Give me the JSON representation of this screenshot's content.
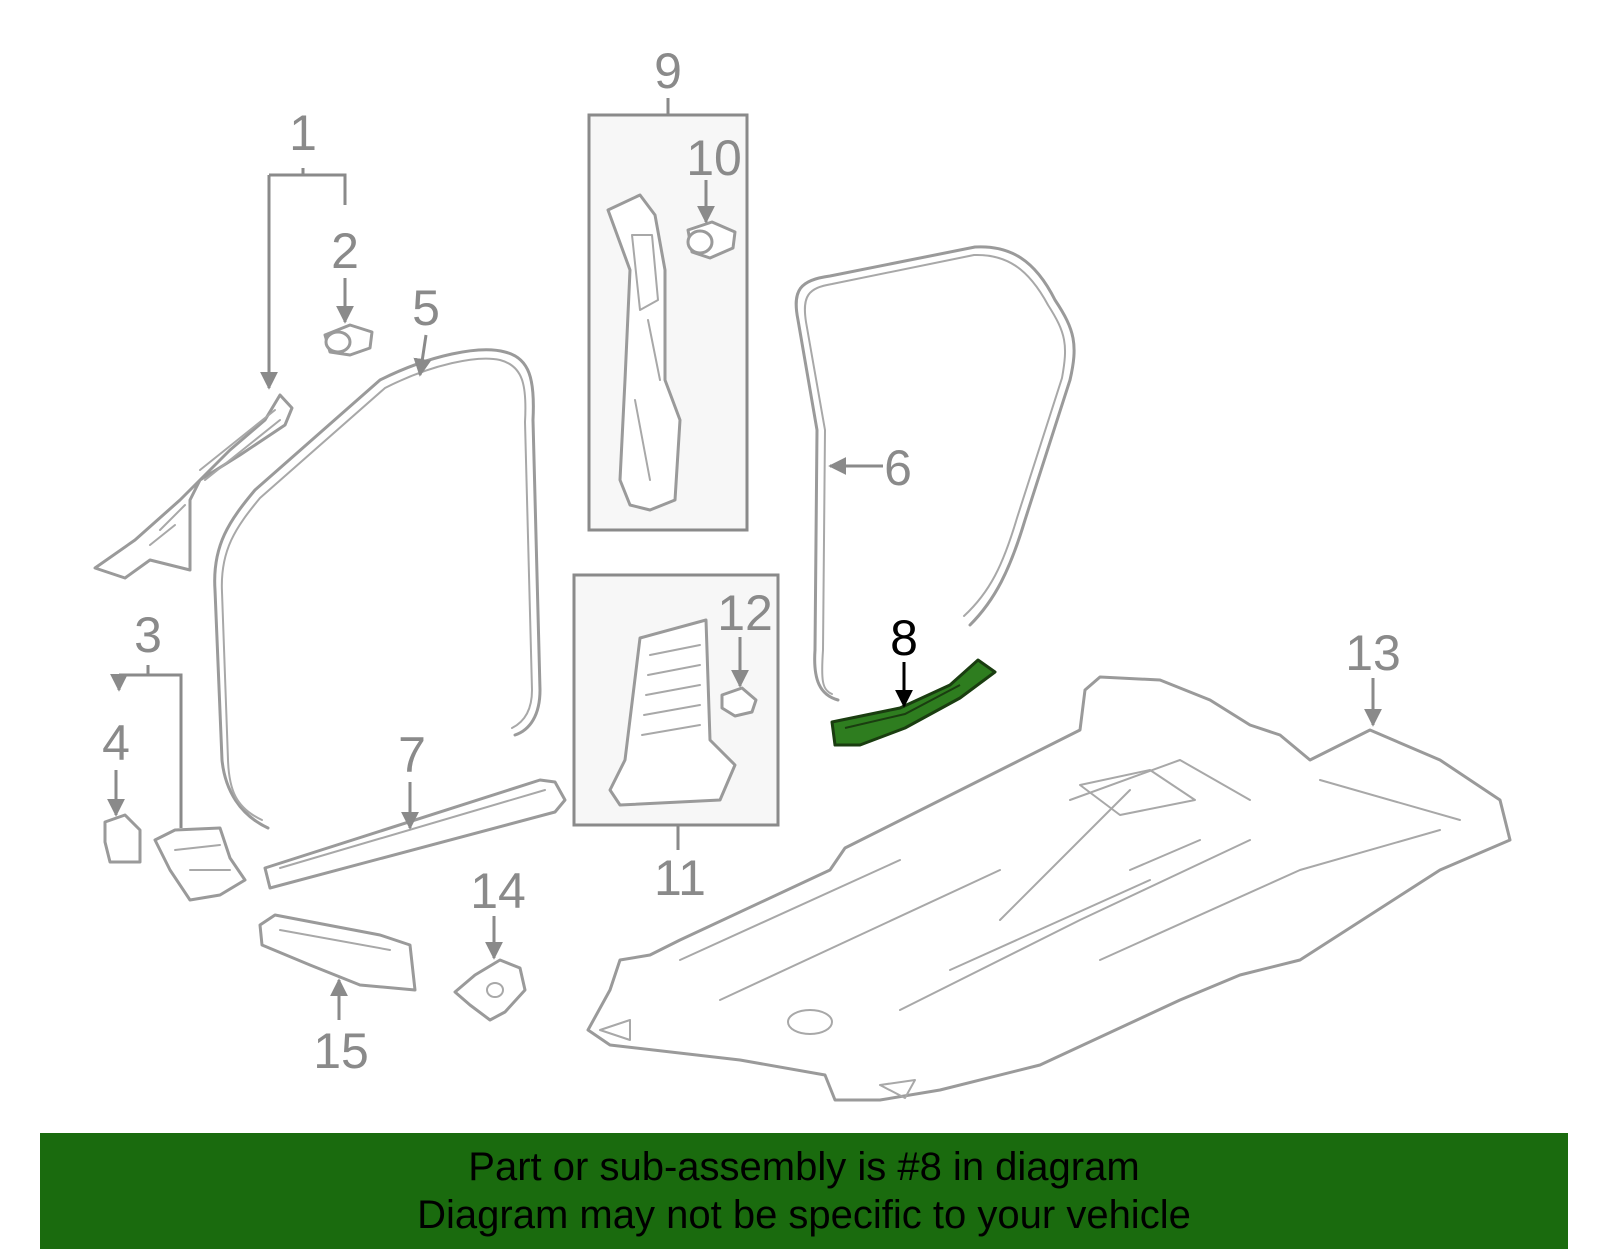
{
  "colors": {
    "highlight_part": "#2e7d1f",
    "banner": "#1a6b0e",
    "line_gray": "#8a8a8a"
  },
  "callouts": {
    "c1": "1",
    "c2": "2",
    "c3": "3",
    "c4": "4",
    "c5": "5",
    "c6": "6",
    "c7": "7",
    "c8": "8",
    "c9": "9",
    "c10": "10",
    "c11": "11",
    "c12": "12",
    "c13": "13",
    "c14": "14",
    "c15": "15"
  },
  "highlighted_part": "8",
  "footer": {
    "line1": "Part or sub-assembly is #8 in diagram",
    "line2": "Diagram may not be specific to your vehicle"
  }
}
